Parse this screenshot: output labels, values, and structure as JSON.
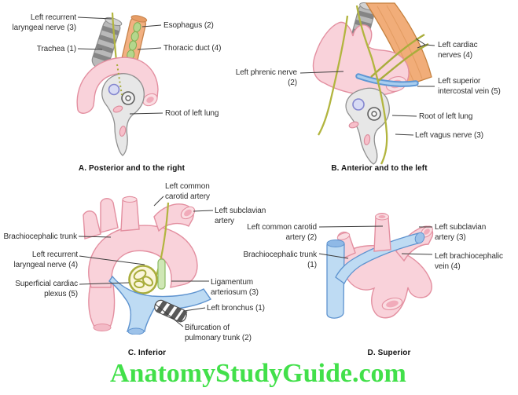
{
  "page": {
    "watermark": "AnatomyStudyGuide.com"
  },
  "panels": {
    "a": {
      "caption": "A. Posterior and to the right",
      "labels": {
        "recurrent_laryngeal": "Left recurrent laryngeal nerve (3)",
        "trachea": "Trachea (1)",
        "esophagus": "Esophagus (2)",
        "thoracic_duct": "Thoracic duct (4)",
        "root_left_lung": "Root of left lung"
      }
    },
    "b": {
      "caption": "B. Anterior and to the left",
      "labels": {
        "phrenic": "Left phrenic nerve (2)",
        "cardiac_nerves": "Left cardiac nerves (4)",
        "intercostal_vein": "Left superior intercostal vein (5)",
        "root_left_lung": "Root of left lung",
        "vagus": "Left vagus nerve (3)"
      }
    },
    "c": {
      "caption": "C. Inferior",
      "labels": {
        "carotid": "Left common carotid artery",
        "subclavian": "Left subclavian artery",
        "brachiocephalic": "Brachiocephalic trunk",
        "recurrent_laryngeal": "Left recurrent laryngeal nerve (4)",
        "cardiac_plexus": "Superficial cardiac plexus (5)",
        "ligamentum": "Ligamentum arteriosum (3)",
        "bronchus": "Left bronchus (1)",
        "bifurcation": "Bifurcation of pulmonary trunk (2)"
      }
    },
    "d": {
      "caption": "D. Superior",
      "labels": {
        "carotid": "Left common carotid artery (2)",
        "brachiocephalic": "Brachiocephalic trunk (1)",
        "subclavian": "Left subclavian artery (3)",
        "brachiocephalic_vein": "Left brachiocephalic vein (4)"
      }
    }
  },
  "colors": {
    "artery_pink": "#f9d2da",
    "artery_outline": "#e38fa0",
    "vein_blue": "#bedbf3",
    "vein_outline": "#5e93cf",
    "nerve_olive": "#b2b53f",
    "esophagus_orange": "#f1ad79",
    "trachea_gray": "#b9b9b9",
    "duct_green": "#b4d68c",
    "lung_gray": "#e7e7e7",
    "label_text": "#2e2e2e",
    "watermark_green": "#42e04a"
  }
}
